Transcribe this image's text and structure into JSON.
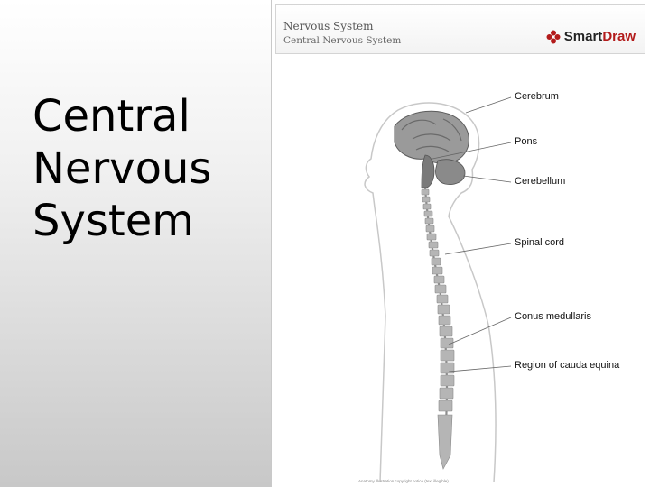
{
  "slide": {
    "title_lines": [
      "Central",
      "Nervous",
      "System"
    ]
  },
  "diagram": {
    "header": {
      "title": "Nervous System",
      "subtitle": "Central Nervous System",
      "brand_part1": "Smart",
      "brand_part2": "Draw",
      "brand_icon": "smartdraw-logo-icon"
    },
    "labels": [
      "Cerebrum",
      "Pons",
      "Cerebellum",
      "Spinal cord",
      "Conus medullaris",
      "Region of cauda equina"
    ],
    "footer_note": "Anatomy illustration copyright notice (text illegible)"
  },
  "colors": {
    "brand_accent": "#b31b1b",
    "brain": "#8c8c8c",
    "vertebra": "#b5b5b5",
    "body_outline": "#c8c8c8"
  }
}
